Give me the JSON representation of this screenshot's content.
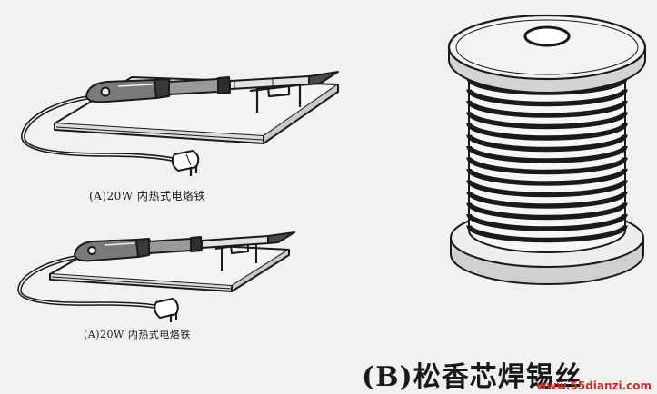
{
  "captions": {
    "iron_top": "(A)20W 内热式电烙铁",
    "iron_bottom": "(A)20W 内热式电烙铁",
    "solder": "(B)松香芯焊锡丝"
  },
  "watermark": "www.55dianzi.com",
  "colors": {
    "background": "#f1f1f1",
    "ink": "#1a1a1a",
    "watermark": "#d42a2a"
  }
}
